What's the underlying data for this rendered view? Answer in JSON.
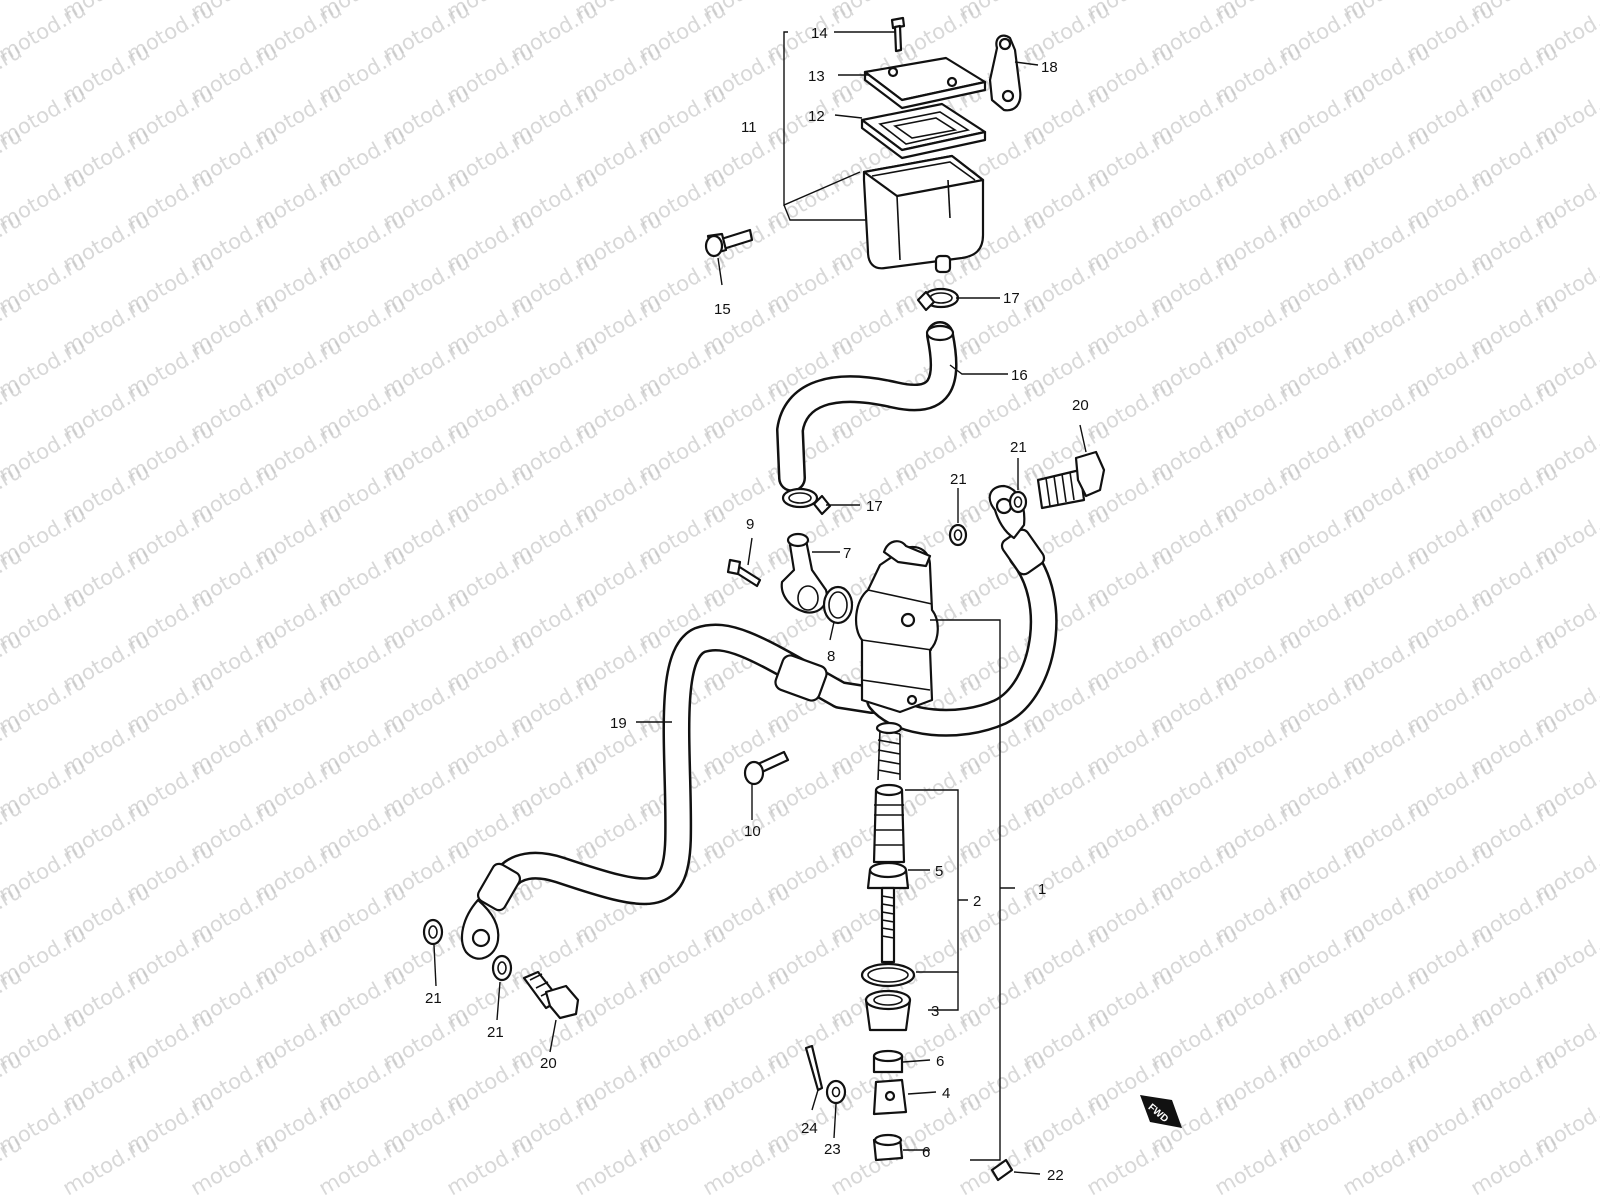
{
  "watermark": {
    "text": "motod.ru"
  },
  "direction_badge": {
    "label": "FWD"
  },
  "callouts": [
    {
      "id": "c14",
      "label": "14"
    },
    {
      "id": "c13",
      "label": "13"
    },
    {
      "id": "c12",
      "label": "12"
    },
    {
      "id": "c11",
      "label": "11"
    },
    {
      "id": "c18",
      "label": "18"
    },
    {
      "id": "c15",
      "label": "15"
    },
    {
      "id": "c17a",
      "label": "17"
    },
    {
      "id": "c16",
      "label": "16"
    },
    {
      "id": "c20a",
      "label": "20"
    },
    {
      "id": "c21a",
      "label": "21"
    },
    {
      "id": "c21b",
      "label": "21"
    },
    {
      "id": "c17b",
      "label": "17"
    },
    {
      "id": "c9",
      "label": "9"
    },
    {
      "id": "c7",
      "label": "7"
    },
    {
      "id": "c8",
      "label": "8"
    },
    {
      "id": "c19",
      "label": "19"
    },
    {
      "id": "c10",
      "label": "10"
    },
    {
      "id": "c5",
      "label": "5"
    },
    {
      "id": "c2",
      "label": "2"
    },
    {
      "id": "c1",
      "label": "1"
    },
    {
      "id": "c3",
      "label": "3"
    },
    {
      "id": "c21c",
      "label": "21"
    },
    {
      "id": "c21d",
      "label": "21"
    },
    {
      "id": "c20b",
      "label": "20"
    },
    {
      "id": "c6a",
      "label": "6"
    },
    {
      "id": "c4",
      "label": "4"
    },
    {
      "id": "c24",
      "label": "24"
    },
    {
      "id": "c23",
      "label": "23"
    },
    {
      "id": "c6b",
      "label": "6"
    },
    {
      "id": "c22",
      "label": "22"
    }
  ]
}
